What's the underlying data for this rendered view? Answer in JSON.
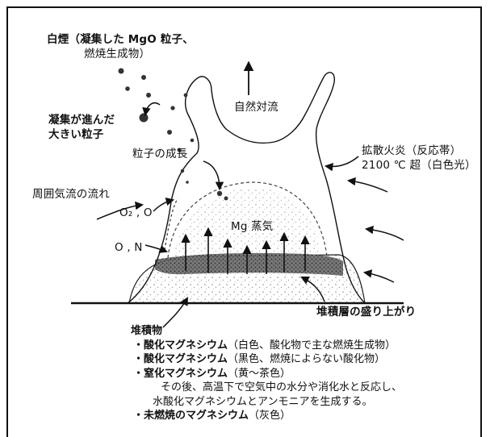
{
  "labels": {
    "white_smoke_line1": "白煙（凝集した MgO 粒子、",
    "white_smoke_line2": "燃焼生成物）",
    "aggregated_line1": "凝集が進んだ",
    "aggregated_line2": "大きい粒子",
    "natural_convection": "自然対流",
    "particle_growth": "粒子の成長",
    "ambient_flow": "周囲気流の流れ",
    "o2_o": "O₂ , O",
    "o_n": "O , N",
    "mg_vapor": "Mg 蒸気",
    "diffusion_flame_line1": "拡散火炎（反応帯）",
    "diffusion_flame_line2": "2100 ℃ 超（白色光）",
    "deposit_rise": "堆積層の盛り上がり"
  },
  "deposits": {
    "title": "堆積物",
    "items": [
      {
        "name": "・酸化マグネシウム",
        "desc": "（白色、酸化物で主な燃焼生成物）"
      },
      {
        "name": "・酸化マグネシウム",
        "desc": "（黒色、燃焼によらない酸化物）"
      },
      {
        "name": "・窒化マグネシウム",
        "desc": "（黄～茶色）"
      }
    ],
    "nitride_note_line1": "その後、高温下で空気中の水分や消化水と反応し、",
    "nitride_note_line2": "水酸化マグネシウムとアンモニアを生成する。",
    "unburned": {
      "name": "・未燃焼のマグネシウム",
      "desc": "（灰色）"
    }
  },
  "colors": {
    "ink": "#111111",
    "stipple": "#777777",
    "dark_layer": "#3a3a3a"
  }
}
